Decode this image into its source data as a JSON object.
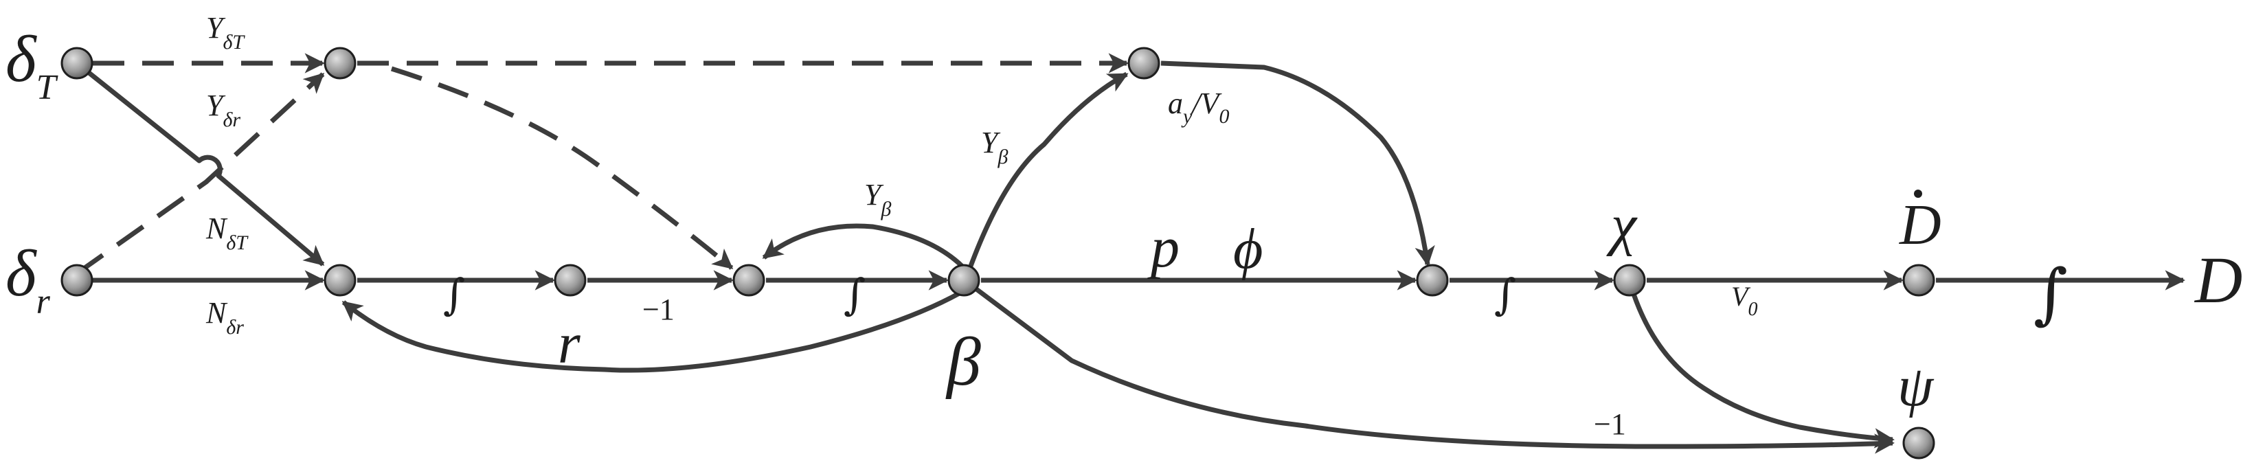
{
  "nodes": {
    "deltaT": {
      "label": "δ",
      "sub": "T"
    },
    "deltaR": {
      "label": "δ",
      "sub": "r"
    },
    "r": {
      "label": "r"
    },
    "beta": {
      "label": "β"
    },
    "chi": {
      "label": "χ"
    },
    "ddot": {
      "label": "D"
    },
    "psi": {
      "label": "ψ"
    },
    "D": {
      "label": "D"
    }
  },
  "gains": {
    "y_dT": {
      "main": "Y",
      "sub": "δT"
    },
    "y_dr": {
      "main": "Y",
      "sub": "δr"
    },
    "n_dT": {
      "main": "N",
      "sub": "δT"
    },
    "n_dr": {
      "main": "N",
      "sub": "δr"
    },
    "y_beta_up": {
      "main": "Y",
      "sub": "β"
    },
    "y_beta_fb": {
      "main": "Y",
      "sub": "β"
    },
    "ay_v0": {
      "main": "a",
      "sub": "y",
      "rest": "/V",
      "sub2": "0"
    },
    "integral1": "∫",
    "integral2": "∫",
    "integral3": "∫",
    "integral4": "∫",
    "minus_one_r": "−1",
    "minus_one_psi": "−1",
    "p": "p",
    "phi": "ϕ",
    "v0": {
      "main": "V",
      "sub": "0"
    }
  },
  "colors": {
    "edge": "#3c3c3c",
    "node_light": "#d8d8d8",
    "node_dark": "#6a6a6a",
    "text": "#1e1e1e"
  }
}
